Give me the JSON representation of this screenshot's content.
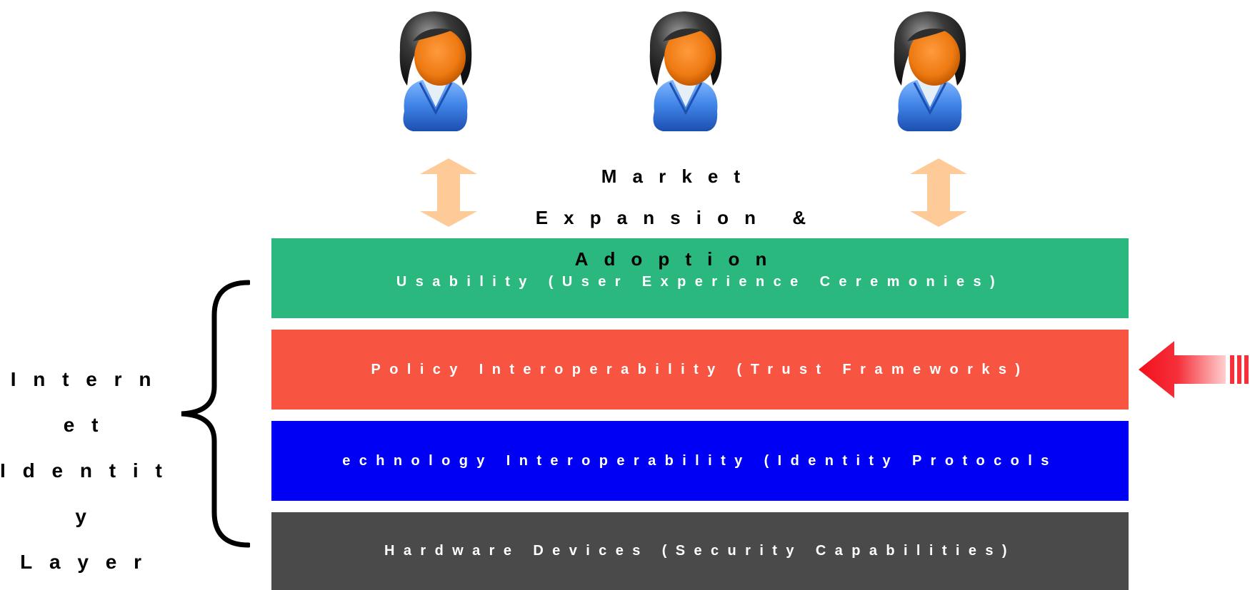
{
  "top": {
    "title_lines": [
      "Market",
      "Expansion &",
      "Adoption"
    ]
  },
  "layers": {
    "usability": "Usability (User Experience Ceremonies)",
    "policy": "Policy Interoperability (Trust Frameworks)",
    "technology": "echnology Interoperability (Identity Protocols",
    "hardware": "Hardware Devices (Security Capabilities)"
  },
  "left_label": {
    "lines": [
      "Intern",
      "et",
      "Identit",
      "y",
      "Layer"
    ]
  },
  "colors": {
    "usability": "#2bb87e",
    "policy": "#f85442",
    "technology": "#0000f5",
    "hardware": "#4a4a4a",
    "arrow_peach": "#fdca98",
    "pointer_red": "#f5202a"
  },
  "icons": {
    "user": "user-person-icon",
    "double_arrow": "double-headed-arrow-icon",
    "brace": "curly-brace-icon",
    "pointer": "red-left-arrow-icon"
  }
}
